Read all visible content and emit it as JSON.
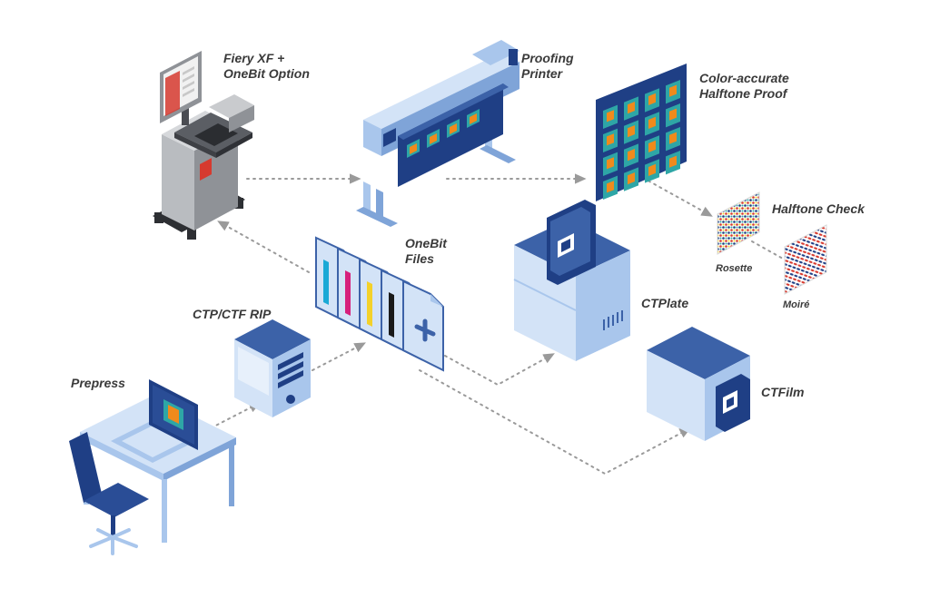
{
  "nodes": {
    "fiery": {
      "line1": "Fiery XF +",
      "line2": "OneBit Option"
    },
    "proofing_printer": {
      "line1": "Proofing",
      "line2": "Printer"
    },
    "proof": {
      "line1": "Color-accurate",
      "line2": "Halftone Proof"
    },
    "halftone_check": {
      "label": "Halftone Check",
      "rosette": "Rosette",
      "moire": "Moiré"
    },
    "onebit_files": {
      "line1": "OneBit",
      "line2": "Files"
    },
    "ctp_rip": {
      "label": "CTP/CTF RIP"
    },
    "ctplate": {
      "label": "CTPlate"
    },
    "prepress": {
      "label": "Prepress"
    },
    "ctfilm": {
      "label": "CTFilm"
    }
  },
  "colors": {
    "navy": "#1f3f85",
    "blue": "#3c62a8",
    "light_blue": "#a9c6ec",
    "pale_blue": "#d3e3f7",
    "gray": "#9ea1a6",
    "dark_gray": "#4a4c52",
    "red": "#d63a2f",
    "orange": "#f08a1c",
    "yellow": "#f3d12a",
    "teal": "#2ea6a6",
    "cyan": "#1aa9d6",
    "magenta": "#d6207c",
    "black": "#1a1a1a",
    "arrow": "#9a9a9a"
  },
  "icons": {
    "fiery": "fiery-workstation-icon",
    "printer": "proofing-printer-icon",
    "proof": "halftone-proof-icon",
    "files": "onebit-files-icon",
    "rip": "rip-server-icon",
    "ctplate": "ctplate-device-icon",
    "ctfilm": "ctfilm-device-icon",
    "prepress": "prepress-desk-icon"
  }
}
